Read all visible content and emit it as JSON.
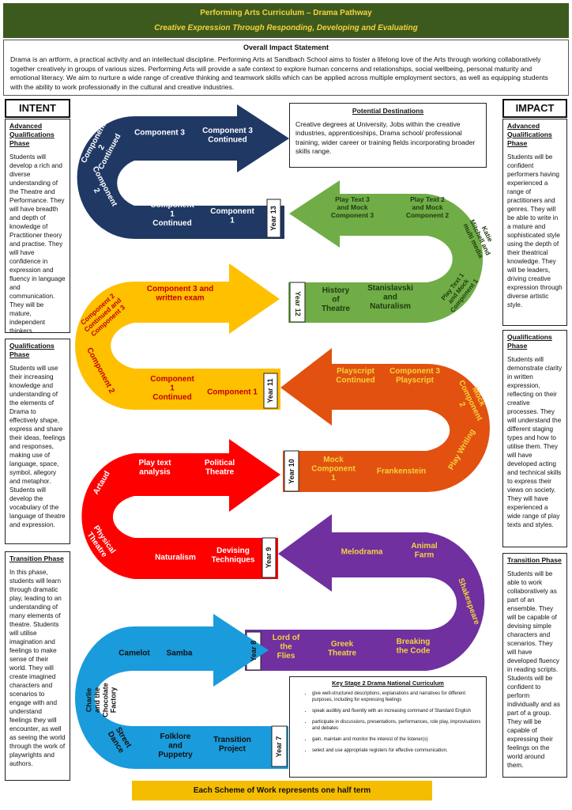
{
  "header": {
    "title": "Performing Arts Curriculum – Drama Pathway",
    "subtitle": "Creative Expression Through Responding, Developing and Evaluating"
  },
  "impact_statement": {
    "title": "Overall Impact Statement",
    "text": "Drama is an artform, a practical activity and an intellectual discipline. Performing Arts at Sandbach School aims to foster a lifelong love of the Arts through working collaboratively together creatively in groups of various sizes. Performing Arts will provide a safe context to explore human concerns and relationships, social wellbeing, personal maturity and emotional literacy. We aim to nurture a wide range of creative thinking and teamwork skills which can be applied across multiple employment sectors, as well as equipping students with the ability to work professionally in the cultural and creative industries."
  },
  "intent": {
    "label": "INTENT",
    "phases": [
      {
        "title": "Advanced Qualifications Phase",
        "text": "Students will develop a rich and diverse understanding of the Theatre and Performance. They will have breadth and depth of knowledge of Practitioner theory and practise. They will have confidence in expression and fluency in language and communication. They will be mature, independent thinkers."
      },
      {
        "title": "Qualifications Phase",
        "text": "Students will use their increasing knowledge and understanding of the elements of Drama to effectively shape, express and share their ideas, feelings and responses, making use of language, space, symbol, allegory and metaphor. Students will develop the vocabulary of the language of theatre and expression."
      },
      {
        "title": "Transition Phase",
        "text": "In this phase, students will learn through dramatic play, leading to an understanding of many elements of theatre. Students will utilise imagination and feelings to make sense of their world. They will create imagined characters and scenarios to engage with and understand feelings they will encounter, as well as seeing the world through the work of playwrights and authors."
      }
    ]
  },
  "impact": {
    "label": "IMPACT",
    "phases": [
      {
        "title": "Advanced Qualifications Phase",
        "text": "Students will be confident performers having experienced a range of practitioners and genres. They will be able to write in a mature and sophisticated style using the depth of their theatrical knowledge. They will be leaders, driving creative expression through diverse artistic style."
      },
      {
        "title": "Qualifications Phase",
        "text": "Students will demonstrate clarity in written expression, reflecting on their creative processes. They will understand the different staging types and how to utilise them. They will have developed acting and technical skills to express their views on society. They will have experienced a wide range of play texts and styles."
      },
      {
        "title": "Transition Phase",
        "text": "Students will be able to work collaboratively as part of an ensemble. They will be capable of devising simple characters and scenarios. They will have developed fluency in reading scripts. Students will be confident to perform individually and as part of a group. They will be capable of expressing their feelings on the world around them."
      }
    ]
  },
  "destinations": {
    "title": "Potential Destinations",
    "text": "Creative degrees at University, Jobs within the creative industries, apprenticeships, Drama school/ professional training, wider career or training fields incorporating broader skills range."
  },
  "ks2": {
    "title": "Key Stage 2 Drama National Curriculum",
    "items": [
      "give well-structured descriptions, explanations and narratives for different purposes, including for expressing feelings",
      "speak audibly and fluently with an increasing command of Standard English",
      "participate in discussions, presentations, performances, role play, improvisations and debates",
      "gain, maintain and monitor the interest of the listener(s)",
      "select and use appropriate registers for effective communication."
    ]
  },
  "road": {
    "colors": {
      "year13": "#1f3864",
      "year12": "#70ad47",
      "year11": "#ffc000",
      "year10": "#e2510f",
      "year9": "#ff0000",
      "year8": "#7030a0",
      "year7": "#1a9bdc"
    },
    "year7": {
      "year": "Year 7",
      "units": [
        "Camelot",
        "Samba",
        "Charlie and the Chocolate Factory",
        "Street Dance",
        "Folklore and Puppetry",
        "Transition Project"
      ]
    },
    "year8": {
      "year": "Year 8",
      "units": [
        "Lord of the Flies",
        "Greek Theatre",
        "Breaking the Code",
        "Shakespeare",
        "Animal Farm",
        "Melodrama"
      ]
    },
    "year9": {
      "year": "Year 9",
      "units": [
        "Devising Techniques",
        "Naturalism",
        "Physical Theatre",
        "Artaud",
        "Play text analysis",
        "Political Theatre"
      ]
    },
    "year10": {
      "year": "Year 10",
      "units": [
        "Mock Component 1",
        "Frankenstein",
        "Play Writing",
        "Mock Component 2",
        "Component 3 Playscript",
        "Playscript Continued"
      ]
    },
    "year11": {
      "year": "Year 11",
      "units": [
        "Component 1",
        "Component 1 Continued",
        "Component 2",
        "Component 2 Continued and Component 3",
        "Component 3 and written exam"
      ]
    },
    "year12": {
      "year": "Year 12",
      "units": [
        "History of Theatre",
        "Stanislavski and Naturalism",
        "Play Text 1 and Mock Component 1",
        "Katie Mitchell and multi media",
        "Play Text 2 and Mock Component 2",
        "Play Text 3 and Mock Component 3"
      ]
    },
    "year13": {
      "year": "Year 13",
      "units": [
        "Component 1",
        "Component 1 Continued",
        "Component 2",
        "Component 2 Continued",
        "Component 3",
        "Component 3 Continued"
      ]
    }
  },
  "footer": "Each Scheme of Work represents one half term"
}
